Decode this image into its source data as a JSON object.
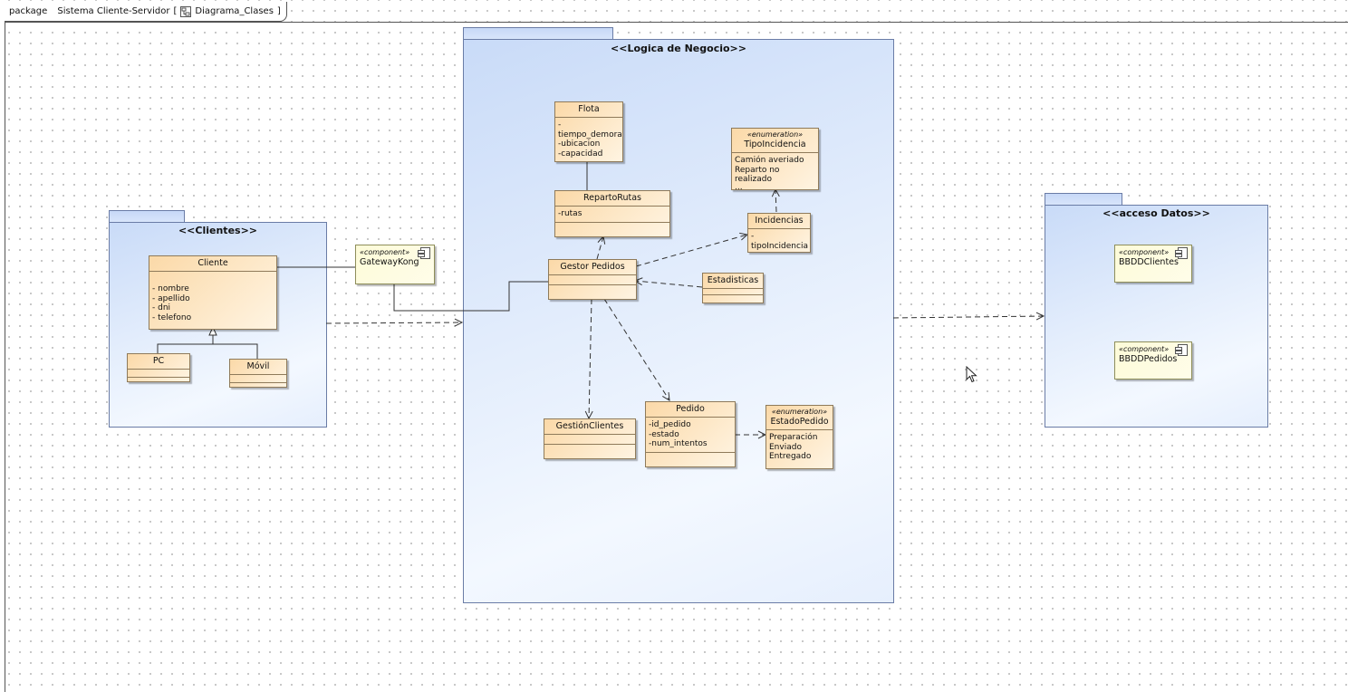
{
  "frame": {
    "kind": "package",
    "name": "Sistema Cliente-Servidor",
    "diagram_label": "Diagrama_Clases"
  },
  "packages": {
    "clientes": {
      "name": "<<Clientes>>"
    },
    "logica": {
      "name": "<<Logica de Negocio>>"
    },
    "datos": {
      "name": "<<acceso Datos>>"
    }
  },
  "classes": {
    "cliente": {
      "name": "Cliente",
      "attrs": [
        "- nombre",
        "- apellido",
        "- dni",
        "- telefono"
      ]
    },
    "pc": {
      "name": "PC"
    },
    "movil": {
      "name": "Móvil"
    },
    "flota": {
      "name": "Flota",
      "attrs": [
        "-tiempo_demora",
        "-ubicacion",
        "-capacidad"
      ]
    },
    "reparto": {
      "name": "RepartoRutas",
      "attrs": [
        "-rutas"
      ]
    },
    "gestor": {
      "name": "Gestor Pedidos"
    },
    "estadisticas": {
      "name": "Estadisticas"
    },
    "incidencias": {
      "name": "Incidencias",
      "attrs": [
        "-tipoIncidencia"
      ]
    },
    "tipoinc": {
      "stereotype": "«enumeration»",
      "name": "TipoIncidencia",
      "literals": [
        "Camión averiado",
        "Reparto no realizado",
        "..."
      ]
    },
    "gestionclientes": {
      "name": "GestiónClientes"
    },
    "pedido": {
      "name": "Pedido",
      "attrs": [
        "-id_pedido",
        "-estado",
        "-num_intentos"
      ]
    },
    "estadopedido": {
      "stereotype": "«enumeration»",
      "name": "EstadoPedido",
      "literals": [
        "Preparación",
        "Enviado",
        "Entregado"
      ]
    }
  },
  "components": {
    "gateway": {
      "stereotype": "«component»",
      "name": "GatewayKong"
    },
    "bbddclientes": {
      "stereotype": "«component»",
      "name": "BBDDClientes"
    },
    "bbddpedidos": {
      "stereotype": "«component»",
      "name": "BBDDPedidos"
    }
  },
  "colors": {
    "class_fill": "#fbd9a8",
    "component_fill": "#fdfbd8",
    "package_fill": "#c9dbf8",
    "line": "#333333"
  }
}
